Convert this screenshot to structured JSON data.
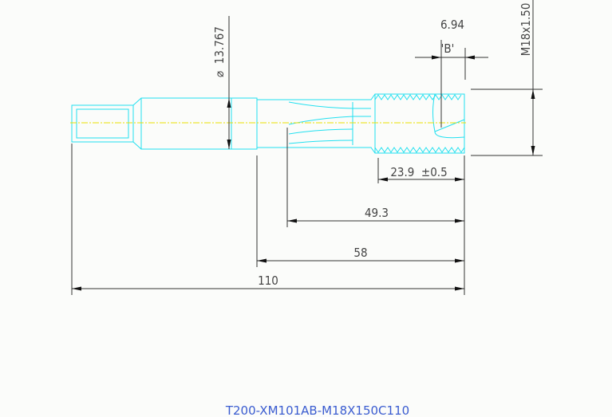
{
  "drawing": {
    "part_number": "T200-XM101AB-M18X150C110",
    "dimensions": {
      "overall_length": "110",
      "length_58": "58",
      "length_49_3": "49.3",
      "thread_length": "23.9  ±0.5",
      "shank_diameter": "⌀  13.767",
      "chamfer": "6.94",
      "chamfer_label": "'B'",
      "thread_spec": "M18x1.50"
    },
    "colors": {
      "part_outline": "#22e0f0",
      "centerline": "#e8e000",
      "dimension": "#333333",
      "title": "#3a5cd0"
    }
  }
}
